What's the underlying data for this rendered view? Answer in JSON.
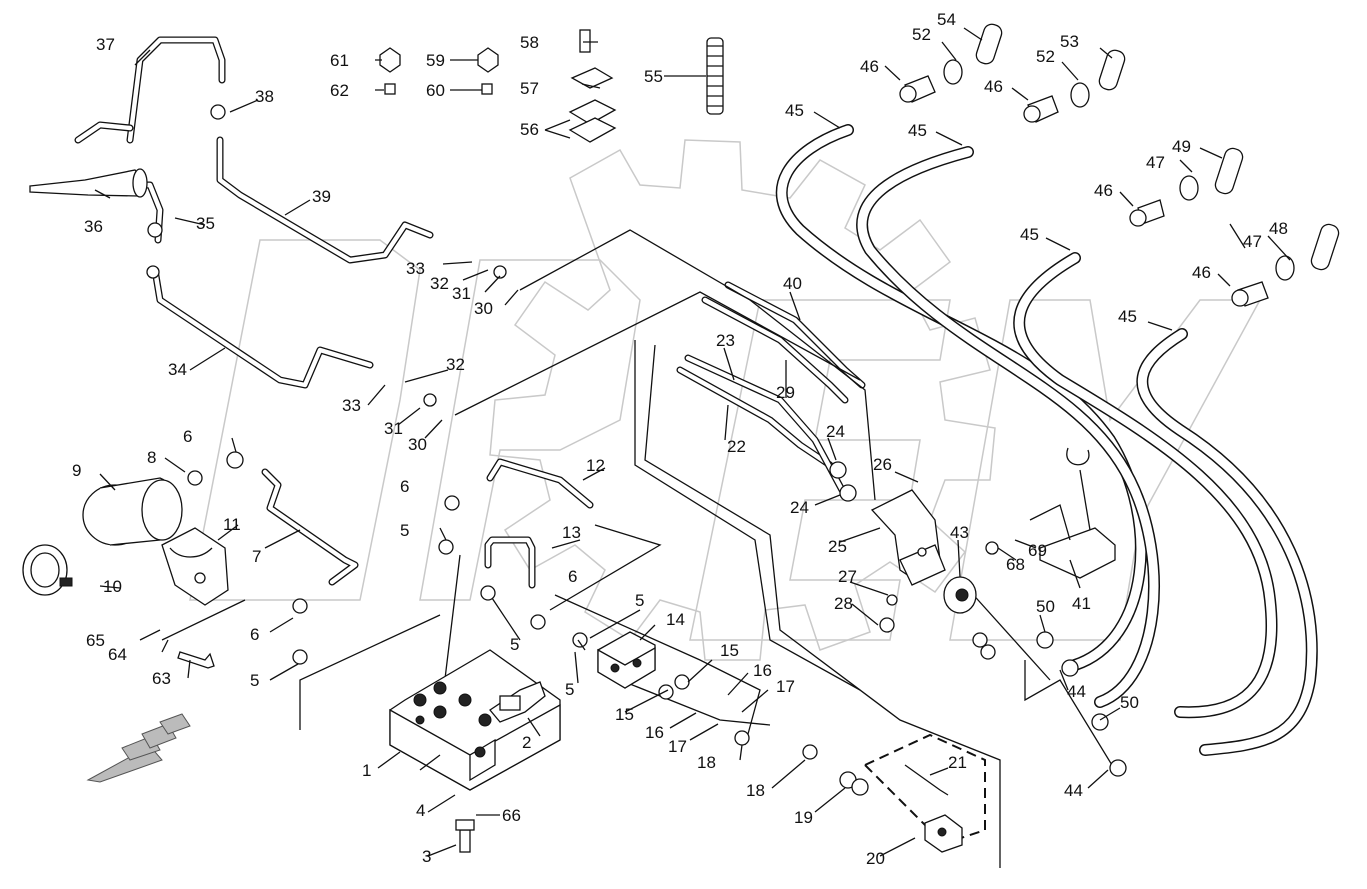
{
  "diagram": {
    "watermark_icon": "gear-outline-watermark",
    "direction_icon": "dotted-arrow-icon",
    "callouts": [
      {
        "id": "c1",
        "text": "1"
      },
      {
        "id": "c2",
        "text": "2"
      },
      {
        "id": "c3",
        "text": "3"
      },
      {
        "id": "c4",
        "text": "4"
      },
      {
        "id": "c5a",
        "text": "5"
      },
      {
        "id": "c5b",
        "text": "5"
      },
      {
        "id": "c5c",
        "text": "5"
      },
      {
        "id": "c5d",
        "text": "5"
      },
      {
        "id": "c5e",
        "text": "5"
      },
      {
        "id": "c6a",
        "text": "6"
      },
      {
        "id": "c6b",
        "text": "6"
      },
      {
        "id": "c6c",
        "text": "6"
      },
      {
        "id": "c6d",
        "text": "6"
      },
      {
        "id": "c7",
        "text": "7"
      },
      {
        "id": "c8",
        "text": "8"
      },
      {
        "id": "c9",
        "text": "9"
      },
      {
        "id": "c10",
        "text": "10"
      },
      {
        "id": "c11",
        "text": "11"
      },
      {
        "id": "c12",
        "text": "12"
      },
      {
        "id": "c13",
        "text": "13"
      },
      {
        "id": "c14",
        "text": "14"
      },
      {
        "id": "c15a",
        "text": "15"
      },
      {
        "id": "c15b",
        "text": "15"
      },
      {
        "id": "c16a",
        "text": "16"
      },
      {
        "id": "c16b",
        "text": "16"
      },
      {
        "id": "c17a",
        "text": "17"
      },
      {
        "id": "c17b",
        "text": "17"
      },
      {
        "id": "c18a",
        "text": "18"
      },
      {
        "id": "c18b",
        "text": "18"
      },
      {
        "id": "c19",
        "text": "19"
      },
      {
        "id": "c20",
        "text": "20"
      },
      {
        "id": "c21",
        "text": "21"
      },
      {
        "id": "c22",
        "text": "22"
      },
      {
        "id": "c23",
        "text": "23"
      },
      {
        "id": "c24a",
        "text": "24"
      },
      {
        "id": "c24b",
        "text": "24"
      },
      {
        "id": "c25",
        "text": "25"
      },
      {
        "id": "c26",
        "text": "26"
      },
      {
        "id": "c27",
        "text": "27"
      },
      {
        "id": "c28",
        "text": "28"
      },
      {
        "id": "c29",
        "text": "29"
      },
      {
        "id": "c30a",
        "text": "30"
      },
      {
        "id": "c30b",
        "text": "30"
      },
      {
        "id": "c31a",
        "text": "31"
      },
      {
        "id": "c31b",
        "text": "31"
      },
      {
        "id": "c32a",
        "text": "32"
      },
      {
        "id": "c32b",
        "text": "32"
      },
      {
        "id": "c33a",
        "text": "33"
      },
      {
        "id": "c33b",
        "text": "33"
      },
      {
        "id": "c34",
        "text": "34"
      },
      {
        "id": "c35",
        "text": "35"
      },
      {
        "id": "c36",
        "text": "36"
      },
      {
        "id": "c37",
        "text": "37"
      },
      {
        "id": "c38",
        "text": "38"
      },
      {
        "id": "c39",
        "text": "39"
      },
      {
        "id": "c40",
        "text": "40"
      },
      {
        "id": "c41",
        "text": "41"
      },
      {
        "id": "c43",
        "text": "43"
      },
      {
        "id": "c44a",
        "text": "44"
      },
      {
        "id": "c44b",
        "text": "44"
      },
      {
        "id": "c45a",
        "text": "45"
      },
      {
        "id": "c45b",
        "text": "45"
      },
      {
        "id": "c45c",
        "text": "45"
      },
      {
        "id": "c45d",
        "text": "45"
      },
      {
        "id": "c46a",
        "text": "46"
      },
      {
        "id": "c46b",
        "text": "46"
      },
      {
        "id": "c46c",
        "text": "46"
      },
      {
        "id": "c46d",
        "text": "46"
      },
      {
        "id": "c47a",
        "text": "47"
      },
      {
        "id": "c47b",
        "text": "47"
      },
      {
        "id": "c48",
        "text": "48"
      },
      {
        "id": "c49",
        "text": "49"
      },
      {
        "id": "c50a",
        "text": "50"
      },
      {
        "id": "c50b",
        "text": "50"
      },
      {
        "id": "c52a",
        "text": "52"
      },
      {
        "id": "c52b",
        "text": "52"
      },
      {
        "id": "c53",
        "text": "53"
      },
      {
        "id": "c54",
        "text": "54"
      },
      {
        "id": "c55",
        "text": "55"
      },
      {
        "id": "c56",
        "text": "56"
      },
      {
        "id": "c57",
        "text": "57"
      },
      {
        "id": "c58",
        "text": "58"
      },
      {
        "id": "c59",
        "text": "59"
      },
      {
        "id": "c60",
        "text": "60"
      },
      {
        "id": "c61",
        "text": "61"
      },
      {
        "id": "c62",
        "text": "62"
      },
      {
        "id": "c63",
        "text": "63"
      },
      {
        "id": "c64",
        "text": "64"
      },
      {
        "id": "c65",
        "text": "65"
      },
      {
        "id": "c66",
        "text": "66"
      },
      {
        "id": "c68",
        "text": "68"
      },
      {
        "id": "c69",
        "text": "69"
      }
    ]
  }
}
